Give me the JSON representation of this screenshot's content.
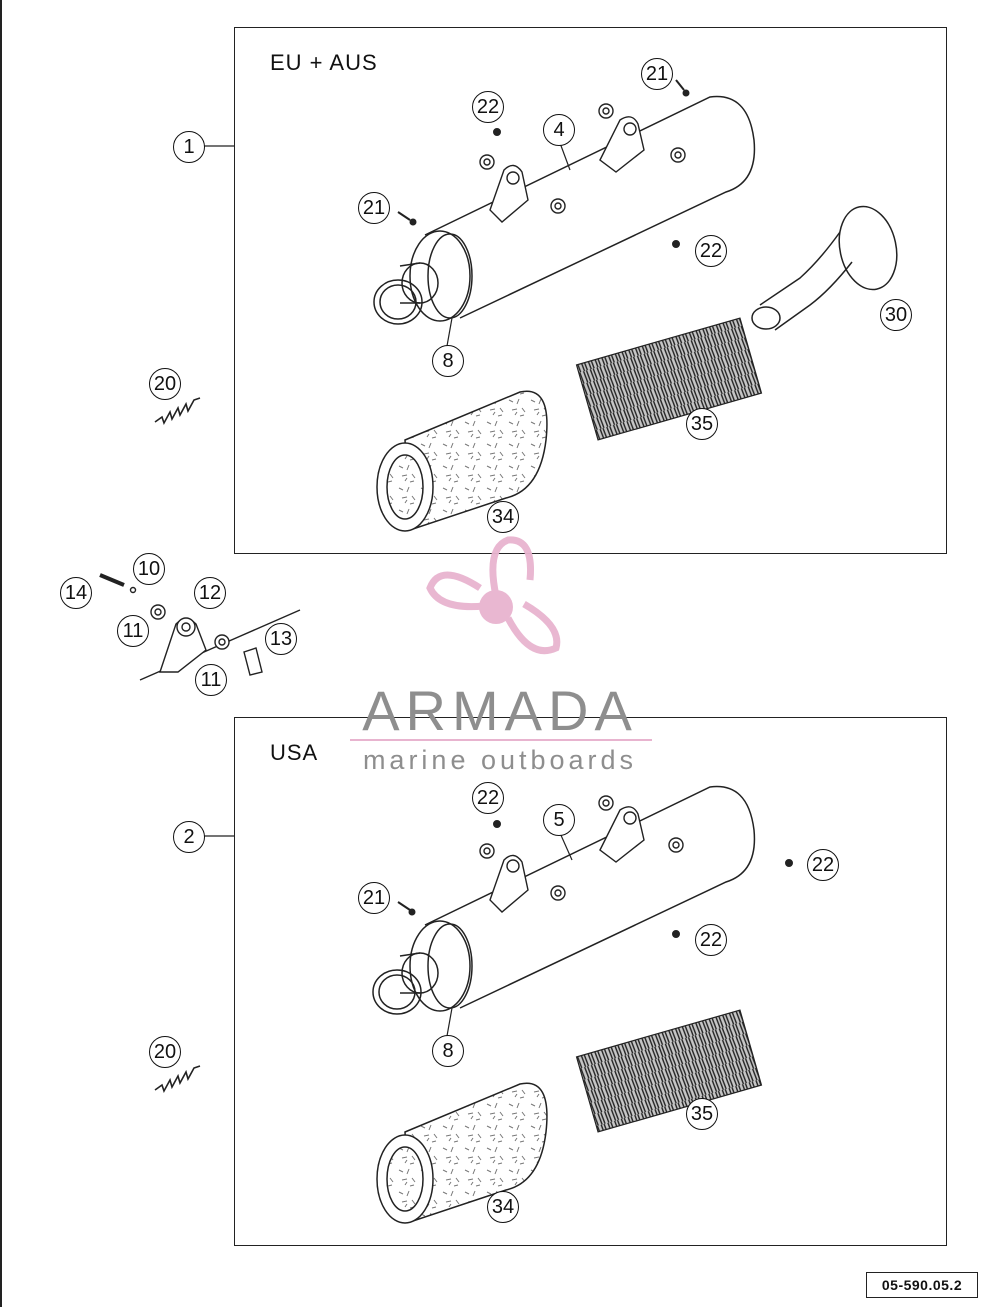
{
  "diagram": {
    "regions": {
      "top": "EU + AUS",
      "bottom": "USA"
    },
    "callouts": {
      "top": [
        "1",
        "21",
        "22",
        "4",
        "21",
        "22",
        "8",
        "30",
        "20",
        "35",
        "34"
      ],
      "middle": [
        "14",
        "10",
        "12",
        "11",
        "13",
        "11"
      ],
      "bottom": [
        "2",
        "22",
        "5",
        "22",
        "21",
        "22",
        "8",
        "20",
        "35",
        "34"
      ]
    },
    "reference": "05-590.05.2"
  },
  "watermark": {
    "name": "ARMADA",
    "tagline": "marine outboards",
    "colors": {
      "logo": "#e8b4cf",
      "text": "#8e8e8e"
    }
  }
}
